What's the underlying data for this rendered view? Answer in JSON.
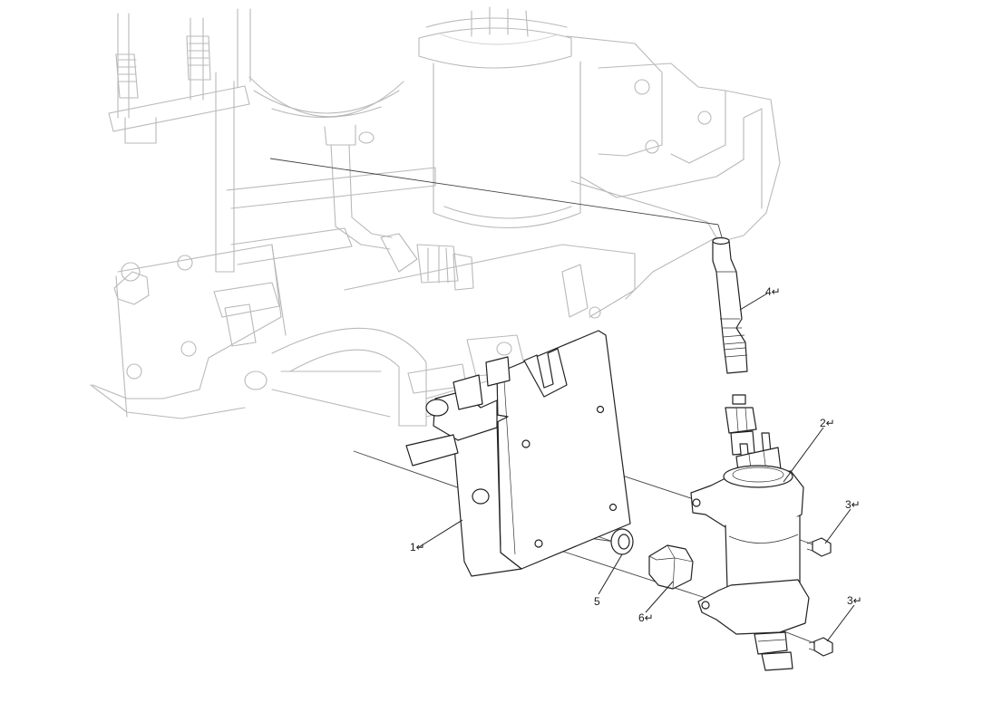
{
  "callouts": {
    "c1": "1↵",
    "c2": "2↵",
    "c3a": "3↵",
    "c3b": "3↵",
    "c4": "4↵",
    "c5": "5",
    "c6": "6↵"
  },
  "parts": [
    {
      "id": "1",
      "icon": "mounting-bracket"
    },
    {
      "id": "2",
      "icon": "fuel-pump"
    },
    {
      "id": "3",
      "icon": "bolt"
    },
    {
      "id": "4",
      "icon": "hose-pipe"
    },
    {
      "id": "5",
      "icon": "washer"
    },
    {
      "id": "6",
      "icon": "hex-bolt"
    }
  ]
}
